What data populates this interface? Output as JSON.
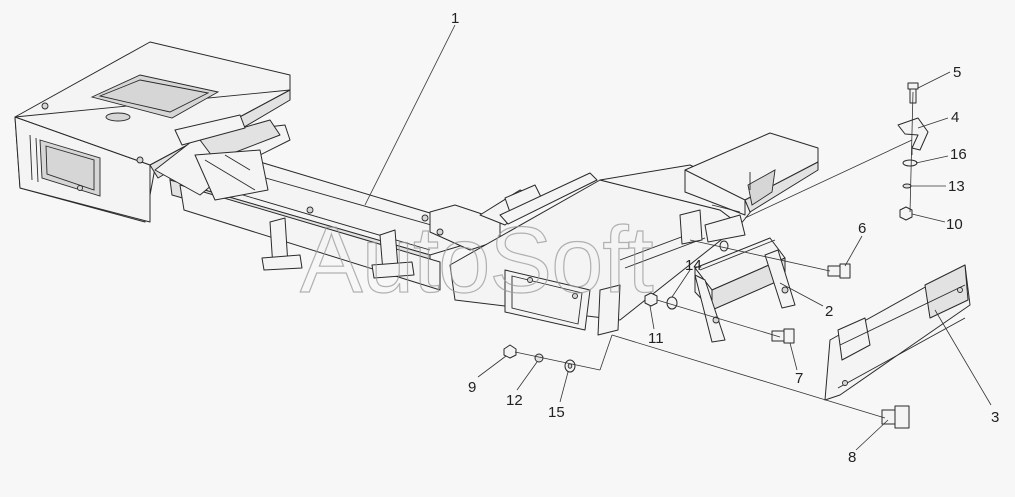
{
  "watermark": "AutoSoft",
  "callouts": [
    {
      "id": "c1",
      "label": "1"
    },
    {
      "id": "c2",
      "label": "2"
    },
    {
      "id": "c3",
      "label": "3"
    },
    {
      "id": "c4",
      "label": "4"
    },
    {
      "id": "c5",
      "label": "5"
    },
    {
      "id": "c6",
      "label": "6"
    },
    {
      "id": "c7",
      "label": "7"
    },
    {
      "id": "c8",
      "label": "8"
    },
    {
      "id": "c9",
      "label": "9"
    },
    {
      "id": "c10",
      "label": "10"
    },
    {
      "id": "c11",
      "label": "11"
    },
    {
      "id": "c12",
      "label": "12"
    },
    {
      "id": "c13",
      "label": "13"
    },
    {
      "id": "c14",
      "label": "14"
    },
    {
      "id": "c15",
      "label": "15"
    },
    {
      "id": "c16",
      "label": "16"
    }
  ]
}
